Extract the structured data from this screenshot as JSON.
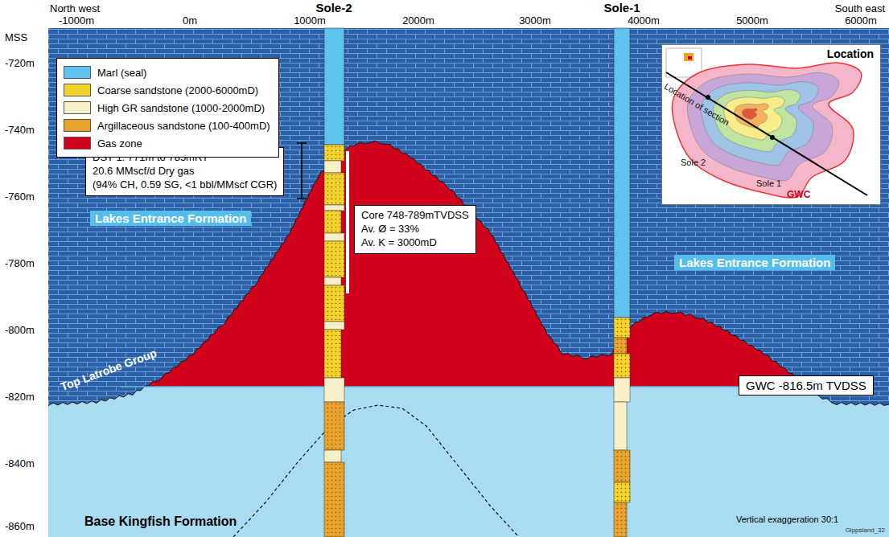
{
  "diagram": {
    "nodes": [
      {
        "text": [
          "Location"
        ]
      },
      {
        "text": [
          "DST 1: 771m to 785mRT",
          "20.6 MMscf/d Dry gas",
          "(94% CH, 0.59 SG, <1 bbl/MMscf CGR)"
        ]
      },
      {
        "text": [
          "Core 748-789mTVDSS",
          "Av. Ø = 33%",
          "Av. K = 3000mD"
        ]
      },
      {
        "text": [
          "GWC -816.5m TVDSS"
        ]
      }
    ],
    "labels": [
      "North west",
      "-1000m",
      "0m",
      "Sole-2",
      "1000m",
      "2000m",
      "3000m",
      "Sole-1",
      "4000m",
      "5000m",
      "South east",
      "6000m",
      "MSS",
      "-720m",
      "-740m",
      "-760m",
      "-780m",
      "-800m",
      "-820m",
      "-840m",
      "-860m",
      "Lakes Entrance Formation",
      "Lakes Entrance Formation",
      "Top Latrobe Group",
      "Base Kingfish Formation",
      "Vertical exaggeration 30:1",
      "Gippsland_32",
      "Location of section",
      "Sole 2",
      "Sole 1",
      "GWC"
    ],
    "legend": [
      {
        "text": "Marl (seal)",
        "color": "#5ec4ef"
      },
      {
        "text": "Coarse sandstone (2000-6000mD)",
        "color": "#f3d22b"
      },
      {
        "text": "High GR sandstone (1000-2000mD)",
        "color": "#f7efc6"
      },
      {
        "text": "Argillaceous sandstone (100-400mD)",
        "color": "#e8a22e"
      },
      {
        "text": "Gas zone",
        "color": "#d0021b"
      }
    ]
  }
}
